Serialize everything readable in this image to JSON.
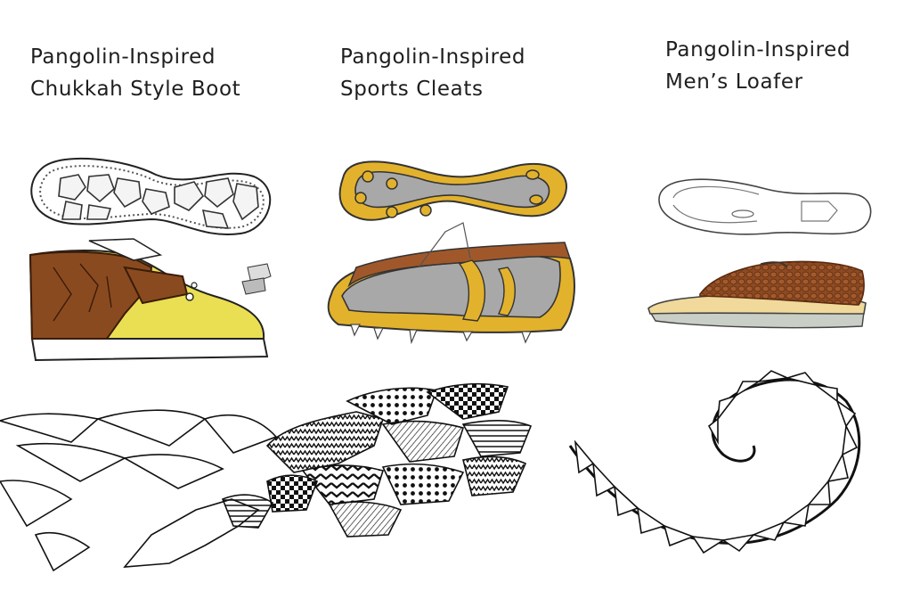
{
  "captions": {
    "boot": {
      "line1": "Pangolin-Inspired",
      "line2": "Chukkah Style Boot"
    },
    "cleat": {
      "line1": "Pangolin-Inspired",
      "line2": "Sports Cleats"
    },
    "loafer": {
      "line1": "Pangolin-Inspired",
      "line2": "Men’s Loafer"
    }
  },
  "colors": {
    "ink": "#1e1e1e",
    "boot_leather": "#8a4a20",
    "boot_yellow": "#eadf52",
    "cleat_yellow": "#e3b22c",
    "cleat_grey": "#a8a8a8",
    "loafer_scales": "#8c4a22",
    "loafer_sole": "#f0d99a"
  },
  "icons": {
    "boot_sole": "boot-outsole-sketch",
    "boot_side": "boot-side-sketch",
    "cleat_sole": "cleat-outsole-sketch",
    "cleat_side": "cleat-side-sketch",
    "loafer_sole": "loafer-outsole-sketch",
    "loafer_side": "loafer-side-sketch",
    "pangolin_body": "pangolin-body-sketch",
    "pangolin_tail": "pangolin-tail-sketch"
  }
}
